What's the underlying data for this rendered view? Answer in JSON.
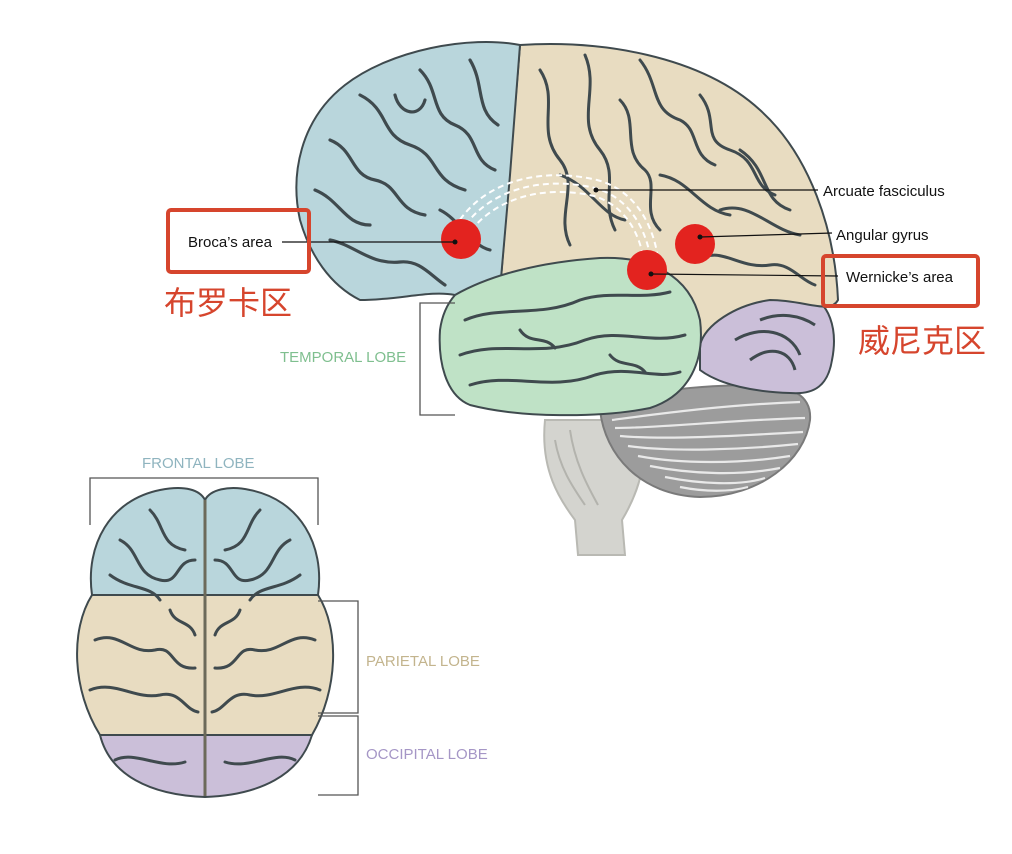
{
  "labels": {
    "broca": "Broca’s area",
    "broca_cn": "布罗卡区",
    "wernicke": "Wernicke’s area",
    "wernicke_cn": "威尼克区",
    "arcuate": "Arcuate fasciculus",
    "angular": "Angular gyrus",
    "temporal": "TEMPORAL LOBE",
    "frontal": "FRONTAL LOBE",
    "parietal": "PARIETAL LOBE",
    "occipital": "OCCIPITAL LOBE"
  },
  "colors": {
    "frontal": "#b9d6dc",
    "parietal": "#e8dcc1",
    "temporal": "#bfe2c6",
    "occipital": "#cbbfd9",
    "cerebellum": "#9c9c9c",
    "brainstem": "#d4d4cf",
    "sulcus": "#3f4a4e",
    "marker": "#e3231f",
    "highlight_box": "#d6452d",
    "temporal_text": "#7fbf8f",
    "frontal_text": "#8fb4bf",
    "parietal_text": "#c3b48d",
    "occipital_text": "#a596c6"
  }
}
